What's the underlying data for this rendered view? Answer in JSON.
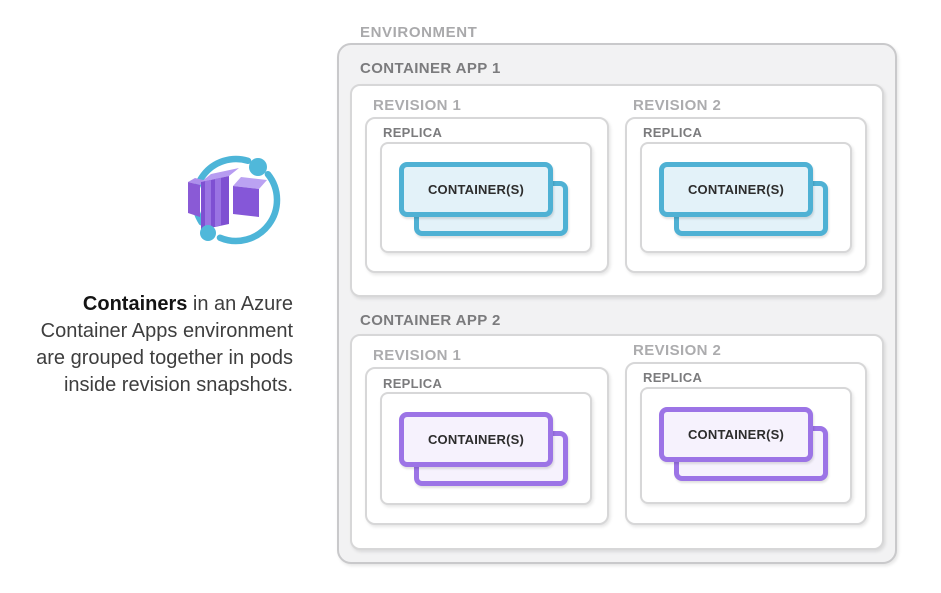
{
  "legend": {
    "icon": "azure-container-apps-icon",
    "caption": {
      "line1_bold": "Containers",
      "line1_rest": " in an Azure",
      "line2": "Container Apps environment",
      "line3": "are grouped together in pods",
      "line4": "inside revision snapshots."
    }
  },
  "diagram": {
    "environment_label": "ENVIRONMENT",
    "colors": {
      "app1_accent": "#4FB1D4",
      "app1_fill": "#E3F2F9",
      "app2_accent": "#9C74E6",
      "app2_fill": "#F6F2FD",
      "environment_fill": "#F2F2F3",
      "box_border": "#D7D7D8",
      "label_gray_light": "#ACACAE",
      "label_gray_dark": "#7B7B7D",
      "icon_blue": "#4DB5D8",
      "icon_purple": "#8F64DD"
    },
    "apps": [
      {
        "label": "CONTAINER APP 1",
        "revisions": [
          {
            "label": "REVISION 1",
            "replica_label": "REPLICA",
            "container_label": "CONTAINER(S)"
          },
          {
            "label": "REVISION 2",
            "replica_label": "REPLICA",
            "container_label": "CONTAINER(S)"
          }
        ]
      },
      {
        "label": "CONTAINER APP 2",
        "revisions": [
          {
            "label": "REVISION 1",
            "replica_label": "REPLICA",
            "container_label": "CONTAINER(S)"
          },
          {
            "label": "REVISION 2",
            "replica_label": "REPLICA",
            "container_label": "CONTAINER(S)"
          }
        ]
      }
    ]
  }
}
